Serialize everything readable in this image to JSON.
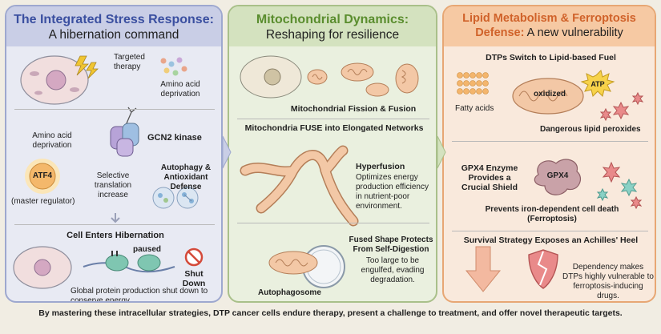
{
  "panel1": {
    "title": "The Integrated Stress Response:",
    "subtitle": "A hibernation command",
    "targeted_therapy": "Targeted therapy",
    "amino_acid_deprivation_top": "Amino acid deprivation",
    "amino_acid_deprivation_mid": "Amino acid deprivation",
    "gcn2": "GCN2 kinase",
    "atf4": "ATF4",
    "master_regulator": "(master regulator)",
    "selective_translation": "Selective translation increase",
    "autophagy": "Autophagy & Antioxidant Defense",
    "hibernation": "Cell Enters Hibernation",
    "paused": "paused",
    "shutdown": "Shut Down",
    "global_protein": "Global protein production shut down to conserve energy."
  },
  "panel2": {
    "title": "Mitochondrial Dynamics:",
    "subtitle": "Reshaping for resilience",
    "fission_fusion": "Mitochondrial Fission & Fusion",
    "elongated": "Mitochondria FUSE into Elongated Networks",
    "hyperfusion": "Hyperfusion",
    "hyperfusion_desc": "Optimizes energy production efficiency in nutrient-poor environment.",
    "fused_shape": "Fused Shape Protects From Self-Digestion",
    "fused_desc": "Too large to be engulfed, evading degradation.",
    "autophagosome": "Autophagosome"
  },
  "panel3": {
    "title": "Lipid Metabolism & Ferroptosis",
    "title2_colored": "Defense:",
    "title2_rest": " A new vulnerability",
    "dtps_switch": "DTPs Switch to Lipid-based Fuel",
    "atp": "ATP",
    "oxidized": "oxidized",
    "fatty_acids": "Fatty acids",
    "lipid_peroxides": "Dangerous lipid peroxides",
    "gpx4_enzyme": "GPX4 Enzyme Provides a Crucial Shield",
    "gpx4": "GPX4",
    "prevents": "Prevents iron-dependent cell death (Ferroptosis)",
    "survival": "Survival Strategy Exposes an Achilles' Heel",
    "dependency": "Dependency makes DTPs highly vulnerable to ferroptosis-inducing drugs."
  },
  "footer": "By mastering these intracellular strategies, DTP cancer cells endure therapy, present a challenge to treatment, and offer novel therapeutic targets.",
  "colors": {
    "panel1_accent": "#3a4fa0",
    "panel2_accent": "#5a8d2e",
    "panel3_accent": "#d0622a"
  }
}
